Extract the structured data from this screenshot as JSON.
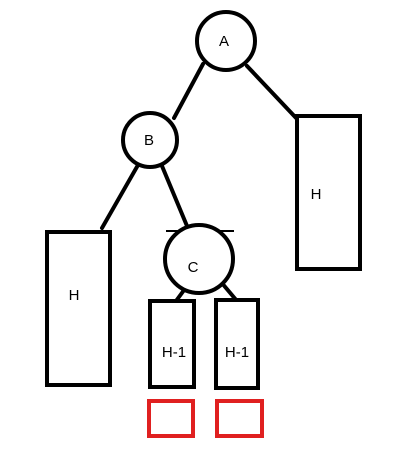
{
  "nodes": {
    "a": "A",
    "b": "B",
    "c": "C"
  },
  "subtrees": {
    "right_of_a": "H",
    "left_of_b": "H",
    "left_of_c": "H-1",
    "right_of_c": "H-1"
  },
  "colors": {
    "stroke": "#000000",
    "highlight": "#e02020",
    "background": "#ffffff"
  }
}
